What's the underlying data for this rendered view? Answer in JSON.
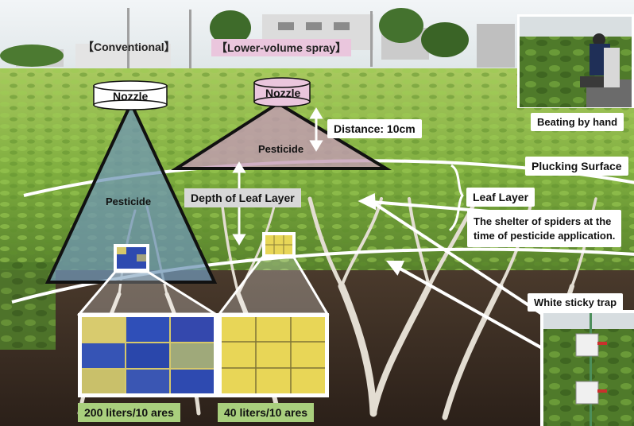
{
  "labels": {
    "conventional": "【Conventional】",
    "lower_volume": "【Lower-volume spray】",
    "nozzle_left": "Nozzle",
    "nozzle_right": "Nozzle",
    "pesticide_left": "Pesticide",
    "pesticide_right": "Pesticide",
    "distance": "Distance: 10cm",
    "depth": "Depth of Leaf Layer",
    "plucking_surface": "Plucking Surface",
    "leaf_layer": "Leaf Layer",
    "shelter_line1": "The shelter  of  spiders at the",
    "shelter_line2": "time of pesticide application.",
    "beating": "Beating by hand",
    "sticky_trap": "White sticky trap",
    "volume_left": "200 liters/10 ares",
    "volume_right": "40 liters/10 ares"
  },
  "colors": {
    "sky": "#e9eef0",
    "foliage": "#8db949",
    "soil": "#3b2c22",
    "cone_left": "#6f95b5",
    "cone_right": "#c39bb4",
    "card_blue": "#2e4ab0",
    "card_yellow": "#e8d657",
    "label_green": "#a9cf7d",
    "label_grey": "#d8d8d8"
  }
}
